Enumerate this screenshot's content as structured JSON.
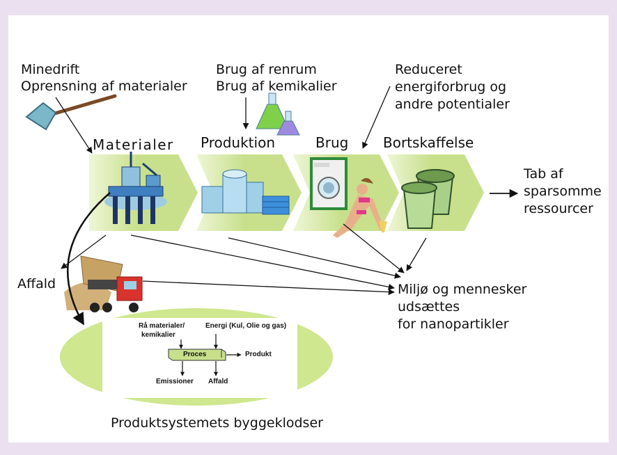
{
  "colors": {
    "background": "#ebe0f0",
    "panel": "#ffffff",
    "chevron": "#c8e08c",
    "chevron_light": "#eef6d6",
    "ellipse": "#cfe78e",
    "process_box": "#c8e08c"
  },
  "labels": {
    "mining": [
      "Minedrift",
      "Oprensning af materialer"
    ],
    "cleanroom": [
      "Brug af renrum",
      "Brug af kemikalier"
    ],
    "reduced": [
      "Reduceret",
      "energiforbrug og",
      "andre potentialer"
    ],
    "materials": "Materialer",
    "production": "Produktion",
    "use": "Brug",
    "disposal": "Bortskaffelse",
    "loss": [
      "Tab af",
      "sparsomme",
      "ressourcer"
    ],
    "waste": "Affald",
    "environment": [
      "Miljø og mennesker",
      "udsættes",
      "for nanopartikler"
    ],
    "caption": "Produktsystemets byggeklodser"
  },
  "process_diagram": {
    "raw": [
      "Rå materialer/",
      "kemikalier"
    ],
    "energy": "Energi (Kul, Olie og gas)",
    "process": "Proces",
    "product": "Produkt",
    "emissions": "Emissioner",
    "waste": "Affald"
  },
  "icons": [
    "shovel-icon",
    "oil-platform-icon",
    "factory-icon",
    "chemical-flasks-icon",
    "washing-machine-icon",
    "sunbather-icon",
    "trash-bins-icon",
    "dump-truck-icon"
  ]
}
